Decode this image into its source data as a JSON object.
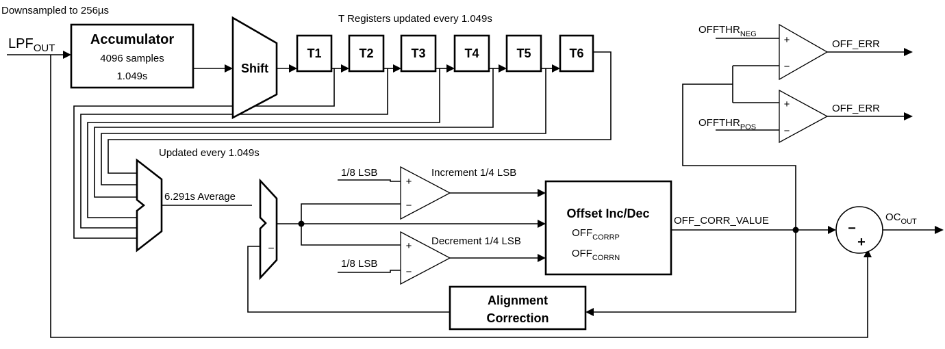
{
  "labels": {
    "downsampled": "Downsampled to 256µs",
    "lpf_out_main": "LPF",
    "lpf_out_sub": "OUT",
    "t_registers_note": "T Registers updated every 1.049s",
    "updated_every": "Updated every 1.049s",
    "average": "6.291s Average",
    "lsb_inc": "1/8 LSB",
    "lsb_dec": "1/8 LSB",
    "increment": "Increment 1/4 LSB",
    "decrement": "Decrement 1/4 LSB",
    "off_corr_value": "OFF_CORR_VALUE",
    "oc_out_main": "OC",
    "oc_out_sub": "OUT",
    "thr_neg_main": "OFFTHR",
    "thr_neg_sub": "NEG",
    "thr_pos_main": "OFFTHR",
    "thr_pos_sub": "POS",
    "off_err_top": "OFF_ERR",
    "off_err_bottom": "OFF_ERR",
    "minus_sign": "−"
  },
  "blocks": {
    "accumulator": {
      "title": "Accumulator",
      "line1": "4096 samples",
      "line2": "1.049s"
    },
    "shift": "Shift",
    "registers": [
      "T1",
      "T2",
      "T3",
      "T4",
      "T5",
      "T6"
    ],
    "offset": {
      "title": "Offset Inc/Dec",
      "p_main": "OFF",
      "p_sub": "CORRP",
      "n_main": "OFF",
      "n_sub": "CORRN"
    },
    "alignment": {
      "line1": "Alignment",
      "line2": "Correction"
    }
  },
  "comparators": [
    {
      "id": "inc",
      "plus": "+",
      "minus": "−"
    },
    {
      "id": "dec",
      "plus": "+",
      "minus": "−"
    },
    {
      "id": "neg",
      "plus": "+",
      "minus": "−"
    },
    {
      "id": "pos",
      "plus": "+",
      "minus": "−"
    }
  ],
  "summer": {
    "minus": "−",
    "plus": "+"
  },
  "colors": {
    "line": "#000000",
    "background": "#ffffff"
  }
}
